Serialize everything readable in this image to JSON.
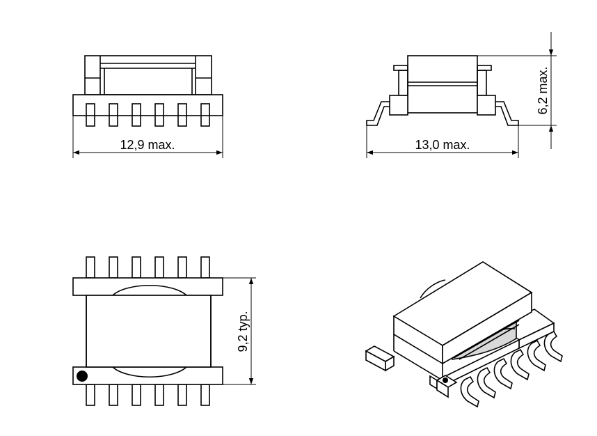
{
  "dimensions": {
    "front_width": "12,9  max.",
    "side_width": "13,0  max.",
    "height": "6,2  max.",
    "pitch": "9,2  typ."
  },
  "colors": {
    "line": "#000000",
    "background": "#ffffff",
    "iso_top": "#ffffff",
    "iso_core": "#d9d9d9"
  }
}
